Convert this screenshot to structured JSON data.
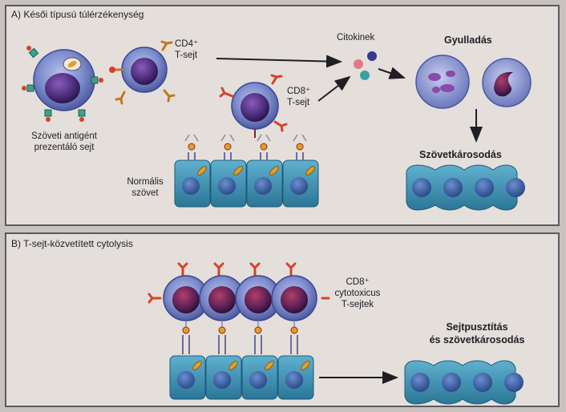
{
  "panel_a": {
    "title": "A) Késői típusú túlérzékenység",
    "cd4_label": [
      "CD4⁺",
      "T-sejt"
    ],
    "cd8_label": [
      "CD8⁺",
      "T-sejt"
    ],
    "citokinek": "Citokinek",
    "gyulladas": "Gyulladás",
    "apc_label": [
      "Szöveti antigént",
      "prezentáló sejt"
    ],
    "normal_label": [
      "Normális",
      "szövet"
    ],
    "szovetkarosodas": "Szövetkárosodás"
  },
  "panel_b": {
    "title": "B) T-sejt-közvetített cytolysis",
    "cd8_label": [
      "CD8⁺",
      "cytotoxicus",
      "T-sejtek"
    ],
    "result_label": [
      "Sejtpusztítás",
      "és szövetkárosodás"
    ]
  },
  "colors": {
    "panel_bg": "#e4dfdb",
    "border": "#5a5a60",
    "tcell_outer": "#7f8fd0",
    "tcell_nucleus": "#4a2f78",
    "tissue": "#3d8fb0",
    "receptor": "#c07a1e",
    "antigen": "#d8402a"
  }
}
